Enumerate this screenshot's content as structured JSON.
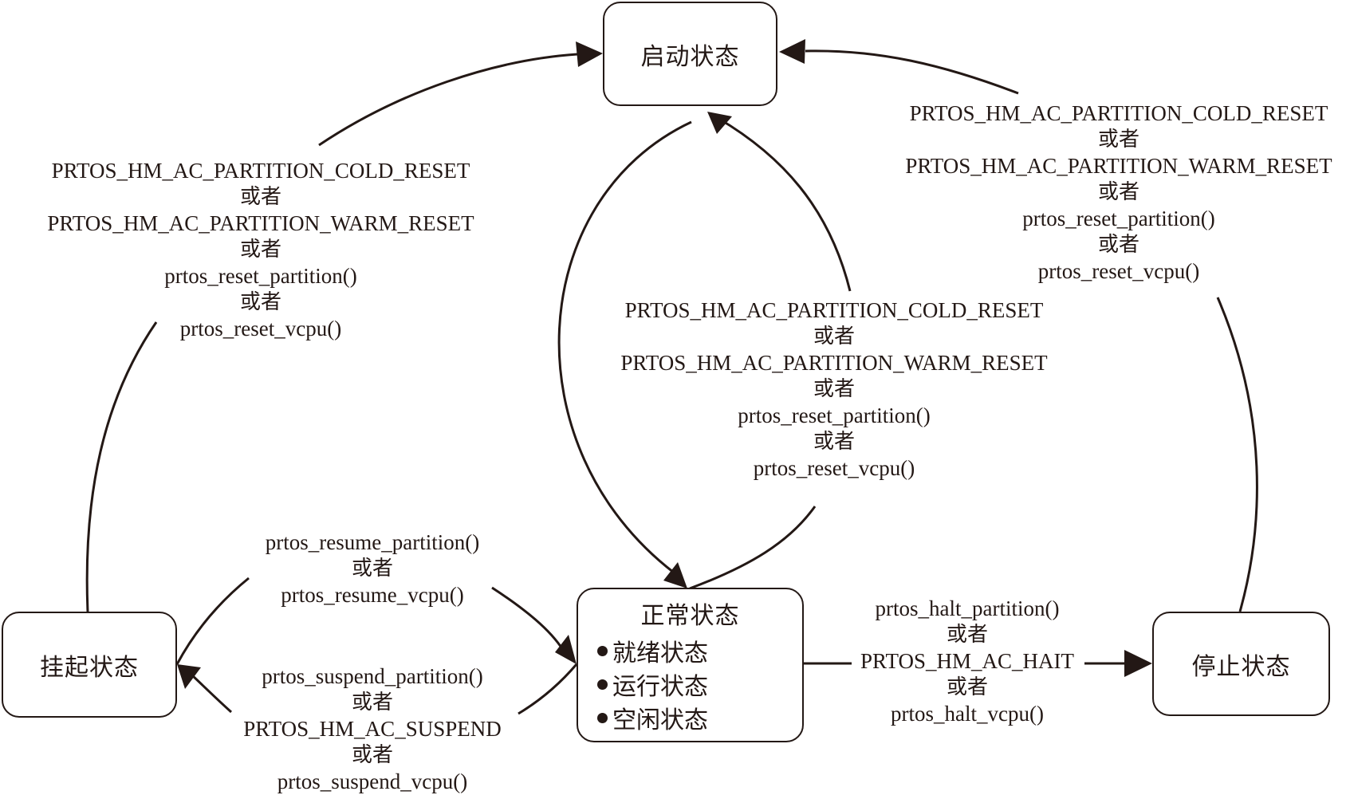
{
  "diagram": {
    "title": "PRTOS partition state transitions",
    "colors": {
      "ink": "#231815",
      "background": "#ffffff"
    },
    "states": {
      "start": {
        "label": "启动状态"
      },
      "normal": {
        "label": "正常状态",
        "substates": [
          "就绪状态",
          "运行状态",
          "空闲状态"
        ]
      },
      "suspended": {
        "label": "挂起状态"
      },
      "halted": {
        "label": "停止状态"
      }
    },
    "transitions": {
      "suspended_to_start": {
        "from": "suspended",
        "to": "start",
        "lines": [
          "PRTOS_HM_AC_PARTITION_COLD_RESET",
          "或者",
          "PRTOS_HM_AC_PARTITION_WARM_RESET",
          "或者",
          "prtos_reset_partition()",
          "或者",
          "prtos_reset_vcpu()"
        ]
      },
      "halted_to_start": {
        "from": "halted",
        "to": "start",
        "lines": [
          "PRTOS_HM_AC_PARTITION_COLD_RESET",
          "或者",
          "PRTOS_HM_AC_PARTITION_WARM_RESET",
          "或者",
          "prtos_reset_partition()",
          "或者",
          "prtos_reset_vcpu()"
        ]
      },
      "normal_to_start": {
        "from": "normal",
        "to": "start",
        "lines": [
          "PRTOS_HM_AC_PARTITION_COLD_RESET",
          "或者",
          "PRTOS_HM_AC_PARTITION_WARM_RESET",
          "或者",
          "prtos_reset_partition()",
          "或者",
          "prtos_reset_vcpu()"
        ]
      },
      "start_to_normal": {
        "from": "start",
        "to": "normal",
        "lines": []
      },
      "suspended_to_normal": {
        "from": "suspended",
        "to": "normal",
        "lines": [
          "prtos_resume_partition()",
          "或者",
          "prtos_resume_vcpu()"
        ]
      },
      "normal_to_suspended": {
        "from": "normal",
        "to": "suspended",
        "lines": [
          "prtos_suspend_partition()",
          "或者",
          "PRTOS_HM_AC_SUSPEND",
          "或者",
          "prtos_suspend_vcpu()"
        ]
      },
      "normal_to_halted": {
        "from": "normal",
        "to": "halted",
        "lines": [
          "prtos_halt_partition()",
          "或者",
          "PRTOS_HM_AC_HAIT",
          "或者",
          "prtos_halt_vcpu()"
        ]
      }
    }
  }
}
